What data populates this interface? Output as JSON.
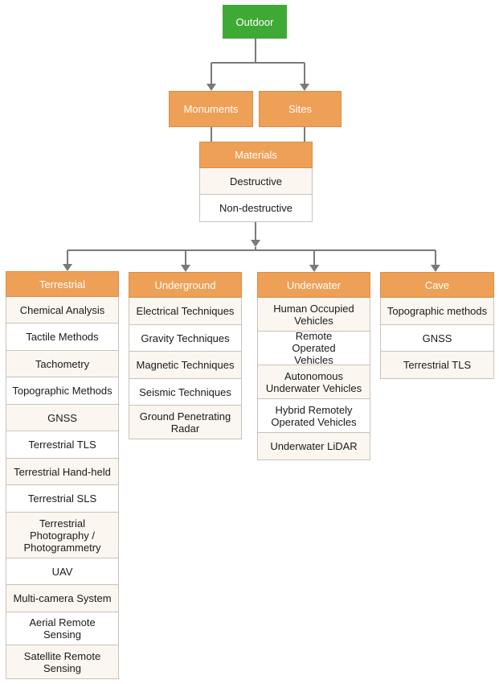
{
  "root": {
    "label": "Outdoor"
  },
  "level1": [
    {
      "label": "Monuments"
    },
    {
      "label": "Sites"
    }
  ],
  "materials": {
    "title": "Materials",
    "items": [
      "Destructive",
      "Non-destructive"
    ]
  },
  "columns": [
    {
      "title": "Terrestrial",
      "items": [
        "Chemical Analysis",
        "Tactile Methods",
        "Tachometry",
        "Topographic Methods",
        "GNSS",
        "Terrestrial TLS",
        "Terrestrial Hand-held",
        "Terrestrial SLS",
        "Terrestrial Photography / Photogrammetry",
        "UAV",
        "Multi-camera System",
        "Aerial Remote Sensing",
        "Satellite Remote Sensing"
      ]
    },
    {
      "title": "Underground",
      "items": [
        "Electrical Techniques",
        "Gravity Techniques",
        "Magnetic Techniques",
        "Seismic Techniques",
        "Ground Penetrating Radar"
      ]
    },
    {
      "title": "Underwater",
      "items": [
        "Human Occupied Vehicles",
        "Remote Operated Vehicles",
        "Autonomous Underwater Vehicles",
        "Hybrid Remotely Operated Vehicles",
        "Underwater LiDAR"
      ]
    },
    {
      "title": "Cave",
      "items": [
        "Topographic methods",
        "GNSS",
        "Terrestrial TLS"
      ]
    }
  ],
  "colors": {
    "root": "#3eaa35",
    "header": "#eea057",
    "connector": "#7a7a7a",
    "cell_alt": "#fbf6f0"
  }
}
